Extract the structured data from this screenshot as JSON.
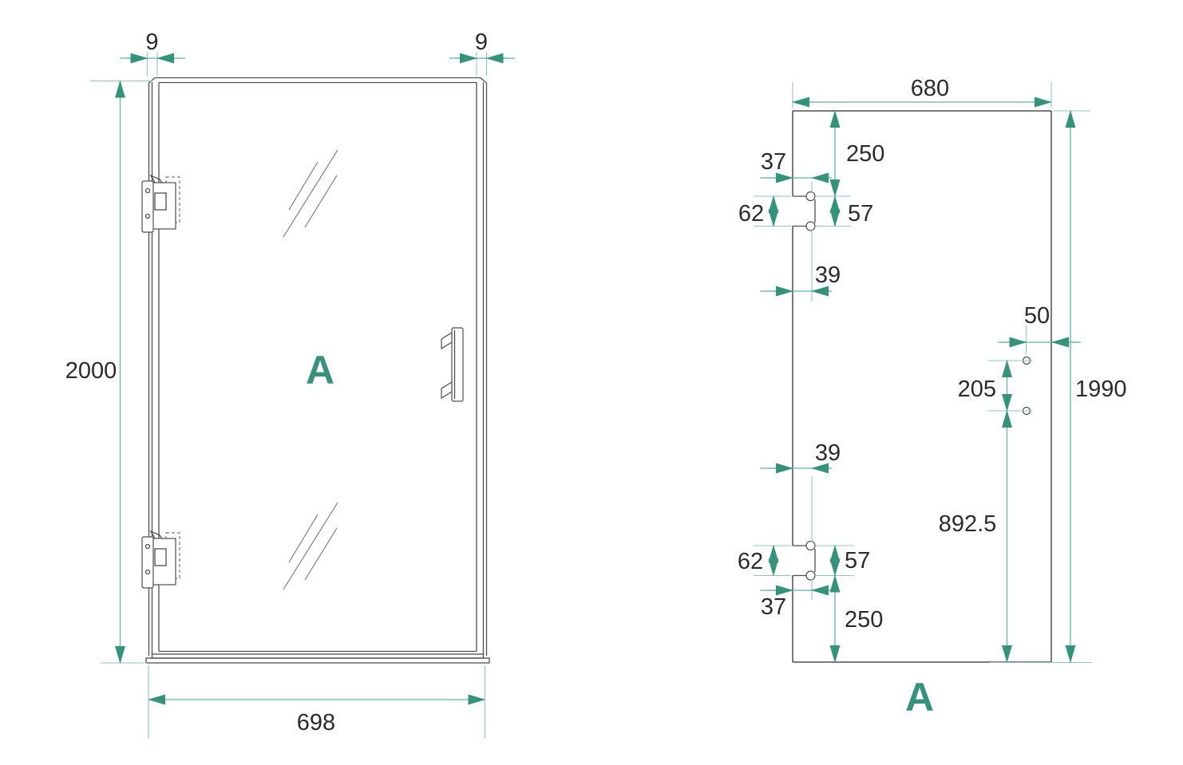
{
  "front_view": {
    "panel_label": "A",
    "dims": {
      "frame_thickness_left": "9",
      "frame_thickness_right": "9",
      "overall_height": "2000",
      "overall_width": "698"
    }
  },
  "glass_panel_view": {
    "panel_label": "A",
    "dims": {
      "glass_width": "680",
      "glass_height": "1990",
      "top_hinge_offset": "250",
      "top_hinge_edge": "37",
      "top_hinge_cutout": "62",
      "top_hinge_holes": "57",
      "top_hinge_depth": "39",
      "handle_edge_offset": "50",
      "handle_hole_spacing": "205",
      "handle_bottom_offset": "892.5",
      "bottom_hinge_depth": "39",
      "bottom_hinge_cutout": "62",
      "bottom_hinge_holes": "57",
      "bottom_hinge_edge": "37",
      "bottom_hinge_offset": "250"
    }
  },
  "colors": {
    "dimension_accent": "#35937b",
    "dimension_line": "#66b3a0",
    "extension_line": "#8fc8ba",
    "drawing_line": "#4e4e4e",
    "text": "#2b2b2b",
    "panel_label": "#38917c",
    "background": "#ffffff"
  }
}
